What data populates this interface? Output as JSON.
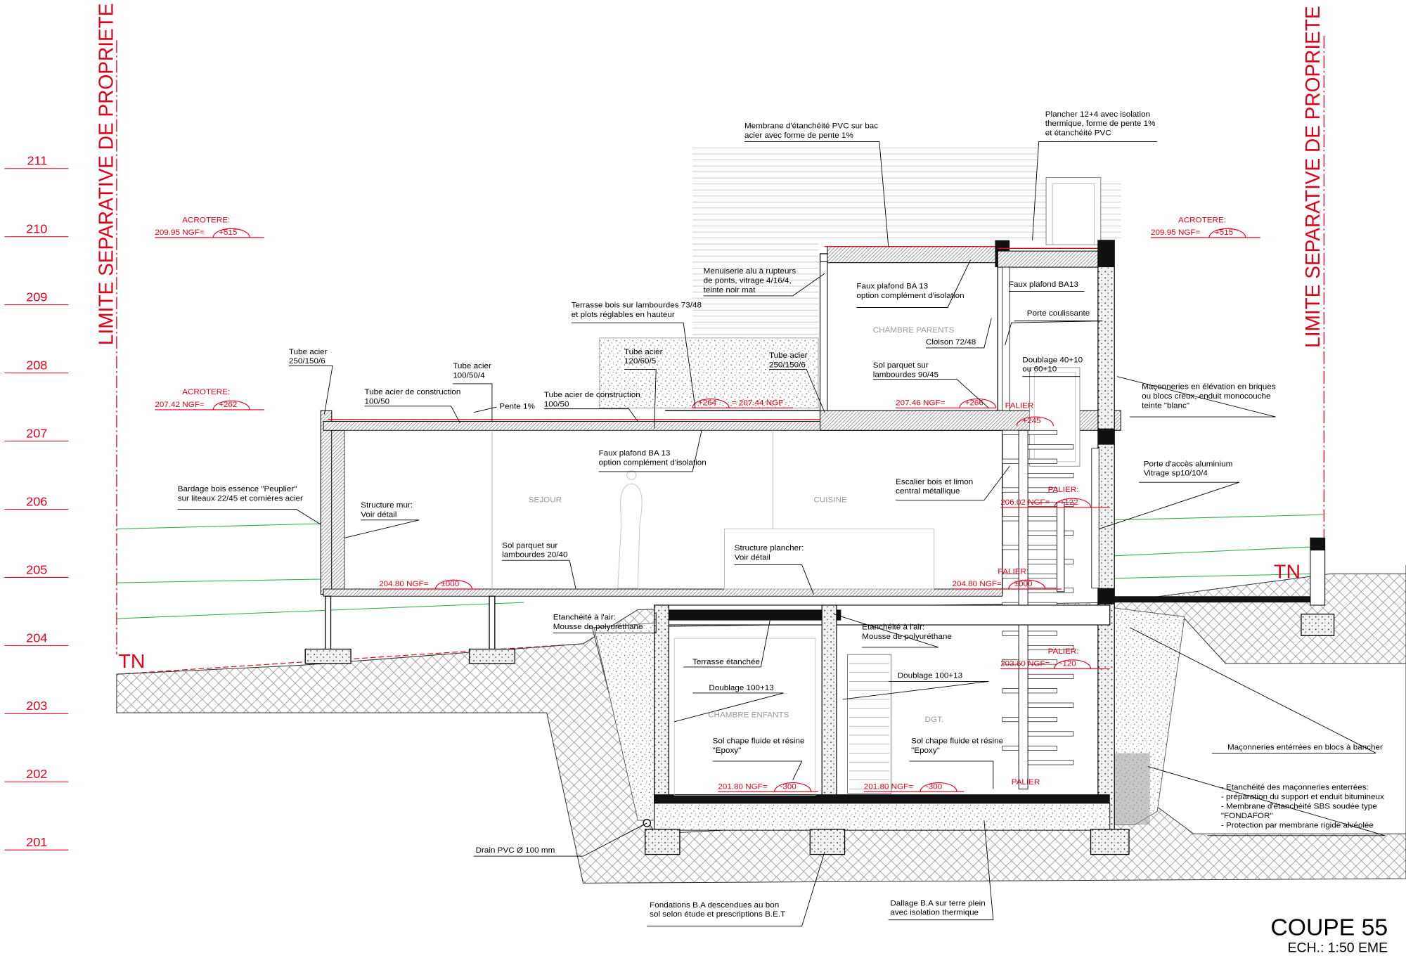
{
  "title": {
    "main": "COUPE 55",
    "scale": "ECH.: 1:50 EME"
  },
  "property_limit": "LIMITE SEPARATIVE DE PROPRIETE",
  "ground_label": "TN",
  "elevations": [
    "211",
    "210",
    "209",
    "208",
    "207",
    "206",
    "205",
    "204",
    "203",
    "202",
    "201"
  ],
  "level_markers": {
    "acrotere_left_high": {
      "title": "ACROTERE:",
      "ngf": "209.95 NGF=",
      "rel": "+515"
    },
    "acrotere_right_high": {
      "title": "ACROTERE:",
      "ngf": "209.95 NGF=",
      "rel": "+515"
    },
    "acrotere_left_low": {
      "title": "ACROTERE:",
      "ngf": "207.42 NGF=",
      "rel": "+262"
    },
    "terrace": {
      "rel": "+264",
      "ngf": "= 207.44 NGF"
    },
    "upper_floor": {
      "ngf": "207.46 NGF=",
      "rel": "+266"
    },
    "palier_upper": {
      "title": "PALIER",
      "rel": "+245"
    },
    "palier_mid": {
      "title": "PALIER:",
      "ngf": "206.02 NGF=",
      "rel": "+122"
    },
    "ground_floor": {
      "ngf": "204.80 NGF=",
      "rel": "±000"
    },
    "palier_ground": {
      "title": "PALIER:",
      "ngf": "204.80 NGF=",
      "rel": "±000"
    },
    "palier_low": {
      "title": "PALIER:",
      "ngf": "203.60 NGF=",
      "rel": "-120"
    },
    "basement_left": {
      "ngf": "201.80 NGF=",
      "rel": "-300"
    },
    "basement_mid": {
      "ngf": "201.80 NGF=",
      "rel": "-300"
    },
    "palier_basement": {
      "title": "PALIER"
    }
  },
  "rooms": {
    "sejour": "SEJOUR",
    "cuisine": "CUISINE",
    "chambre_parents": "CHAMBRE PARENTS",
    "chambre_enfants": "CHAMBRE ENFANTS",
    "dgt": "DGT."
  },
  "annotations": {
    "membrane_pvc": [
      "Membrane d'étanchéité PVC sur bac",
      "acier avec forme de pente 1%"
    ],
    "plancher_12_4": [
      "Plancher 12+4 avec isolation",
      "thermique, forme de pente 1%",
      "et étanchéité PVC"
    ],
    "menuiserie": [
      "Menuiserie alu à rupteurs",
      "de ponts, vitrage 4/16/4,",
      "teinte noir mat"
    ],
    "faux_plafond_upper": [
      "Faux plafond BA 13",
      "option complément d'isolation"
    ],
    "faux_plafond_ba13": [
      "Faux plafond BA13"
    ],
    "porte_coulissante": [
      "Porte coulissante"
    ],
    "cloison": [
      "Cloison 72/48"
    ],
    "terrasse_bois": [
      "Terrasse bois sur lambourdes 73/48",
      "et plots réglables en hauteur"
    ],
    "doublage_40": [
      "Doublage 40+10",
      "ou 60+10"
    ],
    "tube_250_left": [
      "Tube acier",
      "250/150/6"
    ],
    "tube_100_50_4": [
      "Tube acier",
      "100/50/4"
    ],
    "tube_120": [
      "Tube acier",
      "120/60/5"
    ],
    "tube_250_right": [
      "Tube acier",
      "250/150/6"
    ],
    "sol_parquet_upper": [
      "Sol parquet sur",
      "lambourdes 90/45"
    ],
    "tube_construction_1": [
      "Tube acier de construction",
      "100/50"
    ],
    "pente": [
      "Pente 1%"
    ],
    "tube_construction_2": [
      "Tube acier de construction",
      "100/50"
    ],
    "maconneries_elevation": [
      "Maçonneries en élévation en briques",
      "ou blocs creux, enduit monocouche",
      "teinte \"blanc\""
    ],
    "faux_plafond_ground": [
      "Faux plafond BA 13",
      "option complément d'isolation"
    ],
    "escalier": [
      "Escalier bois et limon",
      "central métallique"
    ],
    "porte_acces": [
      "Porte d'accès aluminium",
      "Vitrage sp10/10/4"
    ],
    "bardage": [
      "Bardage bois essence \"Peuplier\"",
      "sur liteaux 22/45 et cornières acier"
    ],
    "structure_mur": [
      "Structure mur:",
      "Voir détail"
    ],
    "sol_parquet_ground": [
      "Sol parquet sur",
      "lambourdes 20/40"
    ],
    "structure_plancher": [
      "Structure plancher:",
      "Voir détail"
    ],
    "etancheite_air_left": [
      "Etanchéité à l'air:",
      "Mousse de polyuréthane"
    ],
    "etancheite_air_right": [
      "Etanchéité à l'air:",
      "Mousse de polyuréthane"
    ],
    "terrasse_etanchee": [
      "Terrasse étanchée"
    ],
    "doublage_100_left": [
      "Doublage 100+13"
    ],
    "doublage_100_right": [
      "Doublage 100+13"
    ],
    "sol_chape_left": [
      "Sol chape fluide et résine",
      "\"Epoxy\""
    ],
    "sol_chape_right": [
      "Sol chape fluide et résine",
      "\"Epoxy\""
    ],
    "maconneries_enterrees": [
      "Maçonneries entérrées en blocs à bancher"
    ],
    "etancheite_maconneries": [
      "- Etanchéité des maçonneries enterrées:",
      "- préparation du support et enduit bitumineux",
      "- Membrane d'étanchéité SBS soudée type",
      "\"FONDAFOR\"",
      "- Protection par membrane rigide alvéolée"
    ],
    "drain": [
      "Drain PVC Ø 100 mm"
    ],
    "fondations": [
      "Fondations B.A descendues au bon",
      "sol selon étude et prescriptions B.E.T"
    ],
    "dallage": [
      "Dallage B.A sur terre plein",
      "avec isolation thermique"
    ]
  }
}
